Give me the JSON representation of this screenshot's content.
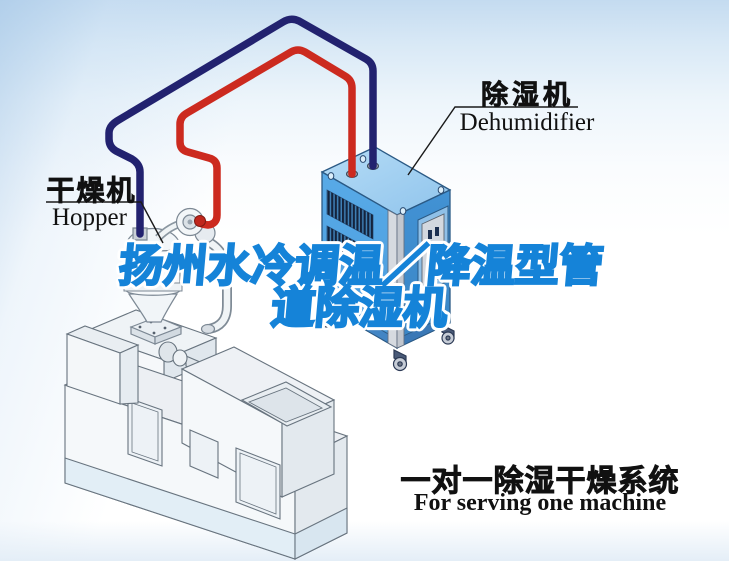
{
  "labels": {
    "dehumidifier": {
      "zh": "除湿机",
      "en": "Dehumidifier"
    },
    "hopper": {
      "zh": "干燥机",
      "en": "Hopper"
    },
    "caption": {
      "zh": "一对一除湿干燥系统",
      "en": "For serving one machine"
    }
  },
  "watermark": {
    "line1": "扬州水冷调温／降温型管",
    "line2": "道除湿机",
    "color": "#1583d8"
  },
  "diagram": {
    "machine": "injection-molding-machine",
    "hopper_unit": "hopper-dryer",
    "dehumidifier_unit": "duct-dehumidifier",
    "supply_hose_color": "#cc2a1f",
    "return_hose_color": "#22226f",
    "dehumidifier_color": "#58a8e6"
  }
}
